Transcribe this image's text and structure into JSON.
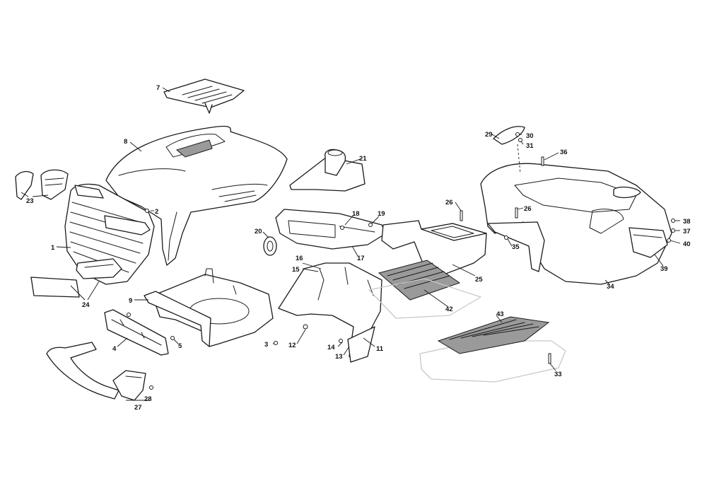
{
  "callouts": {
    "c1": "1",
    "c2": "2",
    "c3": "3",
    "c4": "4",
    "c5": "5",
    "c7": "7",
    "c8": "8",
    "c9": "9",
    "c11": "11",
    "c12": "12",
    "c13": "13",
    "c14": "14",
    "c15": "15",
    "c16": "16",
    "c17": "17",
    "c18": "18",
    "c19": "19",
    "c20": "20",
    "c21": "21",
    "c23": "23",
    "c24": "24",
    "c25": "25",
    "c26a": "26",
    "c26b": "26",
    "c27": "27",
    "c28": "28",
    "c29": "29",
    "c30": "30",
    "c31": "31",
    "c33": "33",
    "c34": "34",
    "c35": "35",
    "c36": "36",
    "c37": "37",
    "c38": "38",
    "c39": "39",
    "c40": "40",
    "c42": "42",
    "c43": "43"
  }
}
